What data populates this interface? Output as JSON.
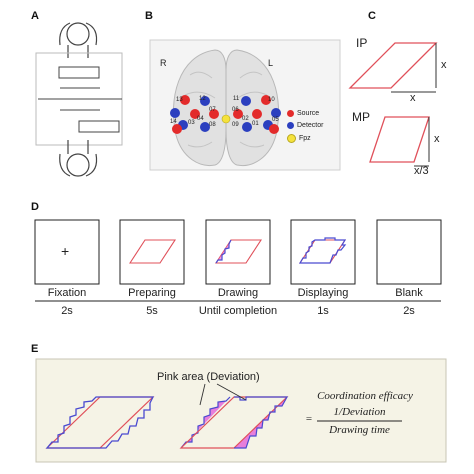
{
  "panels": {
    "a": "A",
    "b": "B",
    "c": "C",
    "d": "D",
    "e": "E"
  },
  "brain": {
    "right_label": "R",
    "left_label": "L",
    "channels_left_hemi": [
      "13",
      "12",
      "04",
      "03",
      "14"
    ],
    "channels_right_hemi": [
      "11",
      "10",
      "01",
      "02",
      "05"
    ],
    "channels_mid": [
      "07",
      "06",
      "08",
      "09"
    ],
    "legend": [
      {
        "label": "Source",
        "color": "#e32b2b"
      },
      {
        "label": "Detector",
        "color": "#2b3fbf"
      },
      {
        "label": "Fpz",
        "color": "#f5e23c"
      }
    ]
  },
  "shapes": {
    "ip_label": "IP",
    "mp_label": "MP",
    "ip_side_label": "x",
    "ip_bottom_label": "x",
    "mp_side_label": "x",
    "mp_bottom_label": "x/3",
    "stroke_color": "#e0505a"
  },
  "timeline": {
    "stages": [
      {
        "name": "Fixation",
        "duration": "2s"
      },
      {
        "name": "Preparing",
        "duration": "5s"
      },
      {
        "name": "Drawing",
        "duration": "Until completion"
      },
      {
        "name": "Displaying",
        "duration": "1s"
      },
      {
        "name": "Blank",
        "duration": "2s"
      }
    ],
    "fixation_symbol": "+"
  },
  "efficacy": {
    "pink_area_label": "Pink area (Deviation)",
    "formula_title": "Coordination efficacy",
    "formula_equals": "=",
    "formula_numerator": "1/Deviation",
    "formula_denominator": "Drawing time",
    "ideal_color": "#e0505a",
    "drawn_color": "#4a4ad0",
    "deviation_color": "#e46ad8"
  }
}
